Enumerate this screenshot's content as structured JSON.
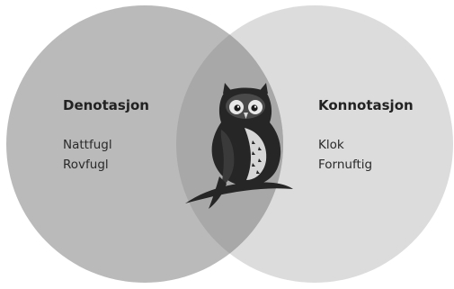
{
  "colors": {
    "left_circle": "#b9b9b9",
    "right_circle": "#dcdcdc",
    "overlap": "#a6a6a6",
    "owl": "#262626",
    "text": "#222222"
  },
  "left": {
    "heading": "Denotasjon",
    "items": [
      "Nattfugl",
      "Rovfugl"
    ]
  },
  "right": {
    "heading": "Konnotasjon",
    "items": [
      "Klok",
      "Fornuftig"
    ]
  },
  "center": {
    "icon": "owl-on-branch-icon"
  }
}
